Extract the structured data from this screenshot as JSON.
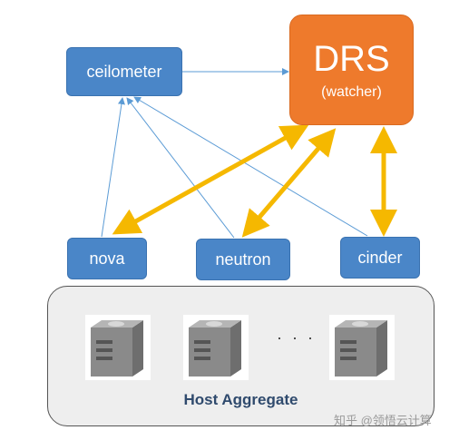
{
  "nodes": {
    "ceilometer": "ceilometer",
    "drs_title": "DRS",
    "drs_subtitle": "(watcher)",
    "nova": "nova",
    "neutron": "neutron",
    "cinder": "cinder"
  },
  "host_aggregate": {
    "label": "Host Aggregate",
    "ellipsis": "· · ·"
  },
  "watermark": "知乎 @领悟云计算",
  "edges": [
    {
      "from": "ceilometer",
      "to": "drs",
      "style": "thin-blue"
    },
    {
      "from": "nova",
      "to": "ceilometer",
      "style": "thin-blue"
    },
    {
      "from": "neutron",
      "to": "ceilometer",
      "style": "thin-blue"
    },
    {
      "from": "cinder",
      "to": "ceilometer",
      "style": "thin-blue"
    },
    {
      "from": "drs",
      "to": "nova",
      "style": "thick-yellow-bidirectional"
    },
    {
      "from": "drs",
      "to": "neutron",
      "style": "thick-yellow-bidirectional"
    },
    {
      "from": "drs",
      "to": "cinder",
      "style": "thick-yellow-bidirectional"
    }
  ],
  "colors": {
    "service_box": "#4a86c8",
    "drs_box": "#ee7a2c",
    "thick_arrow": "#f5b800",
    "thin_arrow": "#5b9bd5"
  }
}
